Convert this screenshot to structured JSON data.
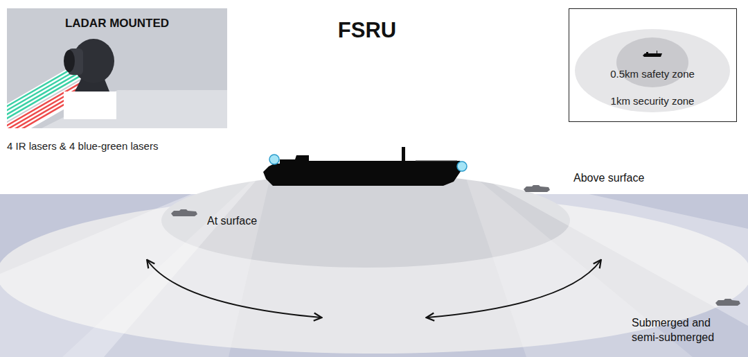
{
  "diagram": {
    "title": "FSRU",
    "nodes": [
      {
        "text": [
          "LADAR MOUNTED",
          "4 IR lasers & 4 blue-green lasers"
        ]
      }
    ],
    "labels": [
      "At surface",
      "Above surface",
      "Submerged and semi-submerged"
    ],
    "legend": [
      {
        "text": "0.5km safety zone"
      },
      {
        "text": "1km security zone"
      }
    ]
  }
}
